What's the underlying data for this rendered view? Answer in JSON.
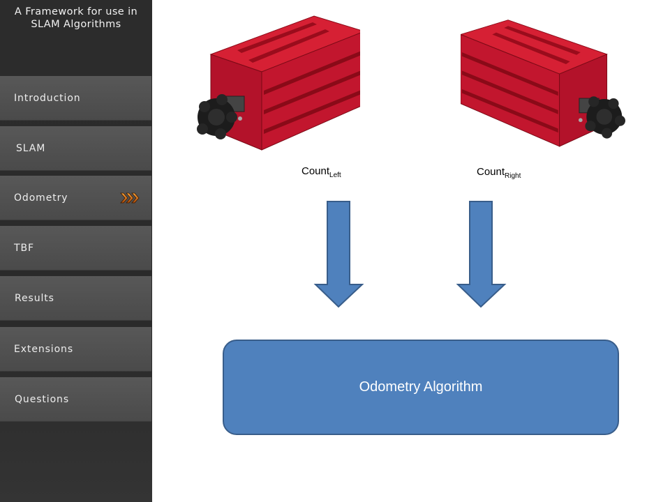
{
  "sidebar": {
    "title_line1": "A Framework for use in",
    "title_line2": "SLAM Algorithms",
    "items": [
      {
        "label": "Introduction"
      },
      {
        "label": "SLAM"
      },
      {
        "label": "Odometry",
        "active": true,
        "indicator_icon": "triple-chevron-right-icon"
      },
      {
        "label": "TBF"
      },
      {
        "label": "Results"
      },
      {
        "label": "Extensions"
      },
      {
        "label": "Questions"
      }
    ]
  },
  "diagram": {
    "left_counter": {
      "label_main": "Count",
      "label_sub": "Left"
    },
    "right_counter": {
      "label_main": "Count",
      "label_sub": "Right"
    },
    "algorithm_box": {
      "label": "Odometry Algorithm"
    }
  },
  "colors": {
    "sidebar_bg": "#2c2c2c",
    "nav_item_bg": "#525252",
    "arrow_fill": "#4f81bd",
    "arrow_stroke": "#385d8a",
    "box_red": "#c8102e",
    "indicator_orange": "#e07b12"
  }
}
